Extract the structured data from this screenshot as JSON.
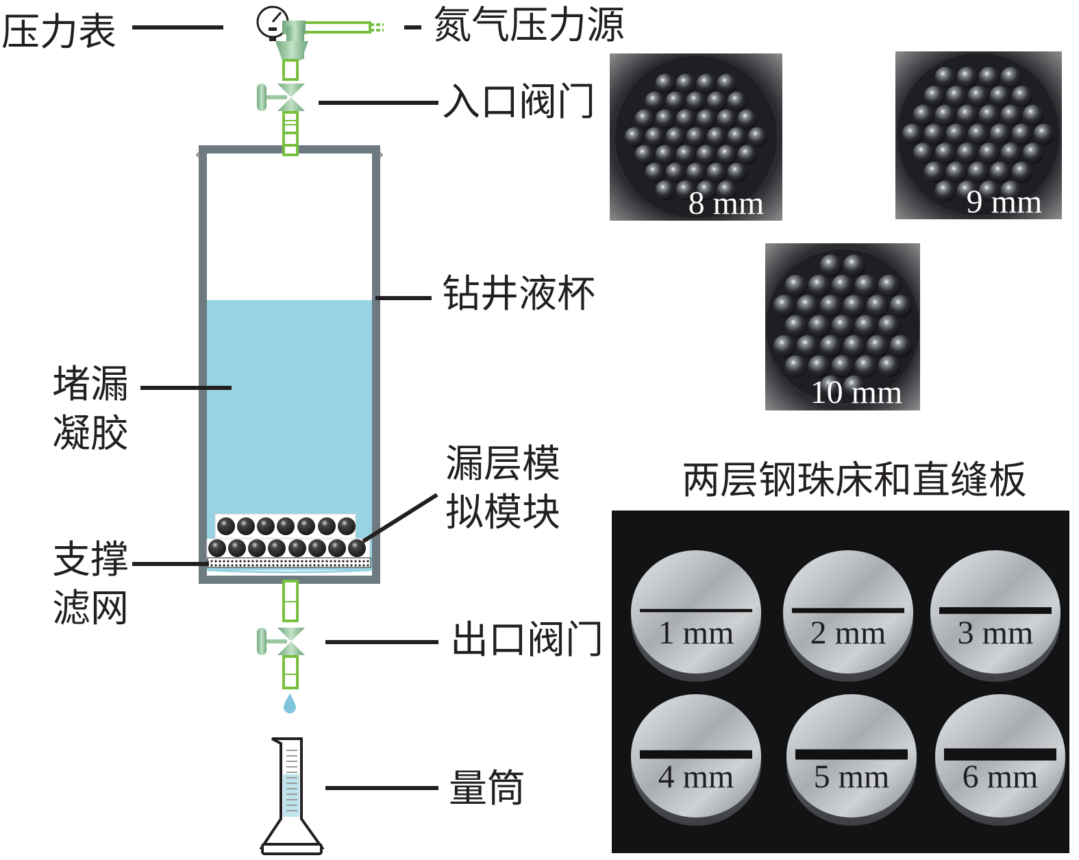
{
  "labels": {
    "pressure_gauge": "压力表",
    "nitrogen_source": "氮气压力源",
    "inlet_valve": "入口阀门",
    "fluid_cup": "钻井液杯",
    "plugging_gel_1": "堵漏",
    "plugging_gel_2": "凝胶",
    "leak_module_1": "漏层模",
    "leak_module_2": "拟模块",
    "support_screen_1": "支撑",
    "support_screen_2": "滤网",
    "outlet_valve": "出口阀门",
    "cylinder": "量筒"
  },
  "steel_ball_photos": {
    "ball_8": "8 mm",
    "ball_9": "9 mm",
    "ball_10": "10 mm"
  },
  "plates_title": "两层钢珠床和直缝板",
  "slot_plates": {
    "p1": "1 mm",
    "p2": "2 mm",
    "p3": "3 mm",
    "p4": "4 mm",
    "p5": "5 mm",
    "p6": "6 mm"
  },
  "colors": {
    "gel": "#97d3e2",
    "vessel": "#6d7a82",
    "pipe_green": "#77bf3e",
    "valve": "#9cc7a1"
  }
}
